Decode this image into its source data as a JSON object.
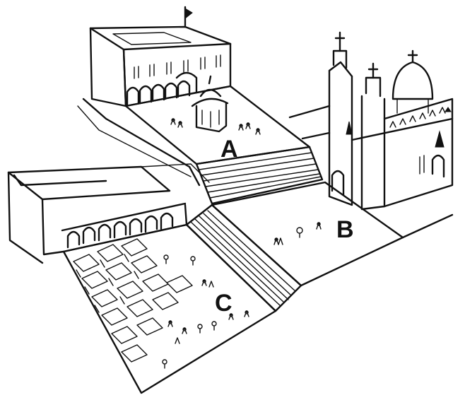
{
  "labels": {
    "plaza_a": "A",
    "plaza_b": "B",
    "plaza_c": "C"
  },
  "colors": {
    "ink": "#111111",
    "paper": "#ffffff"
  }
}
